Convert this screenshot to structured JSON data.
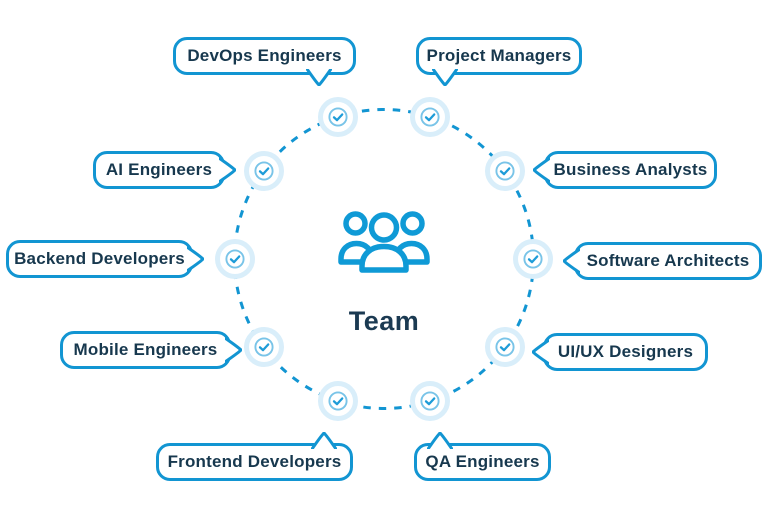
{
  "diagram": {
    "title_hidden": "",
    "center": {
      "label": "Team",
      "icon": "team-people-icon"
    },
    "roles": [
      {
        "id": "devops-engineers",
        "label": "DevOps Engineers"
      },
      {
        "id": "project-managers",
        "label": "Project Managers"
      },
      {
        "id": "ai-engineers",
        "label": "AI Engineers"
      },
      {
        "id": "business-analysts",
        "label": "Business Analysts"
      },
      {
        "id": "backend-developers",
        "label": "Backend Developers"
      },
      {
        "id": "software-architects",
        "label": "Software Architects"
      },
      {
        "id": "mobile-engineers",
        "label": "Mobile Engineers"
      },
      {
        "id": "uiux-designers",
        "label": "UI/UX Designers"
      },
      {
        "id": "frontend-developers",
        "label": "Frontend Developers"
      },
      {
        "id": "qa-engineers",
        "label": "QA Engineers"
      }
    ],
    "node_icon": "check-icon",
    "colors": {
      "accent": "#1295d2",
      "text": "#17384e",
      "node_halo": "#d9eefa",
      "check": "#1e9cd8",
      "check_ring": "#79c4e8",
      "background": "#ffffff"
    }
  }
}
